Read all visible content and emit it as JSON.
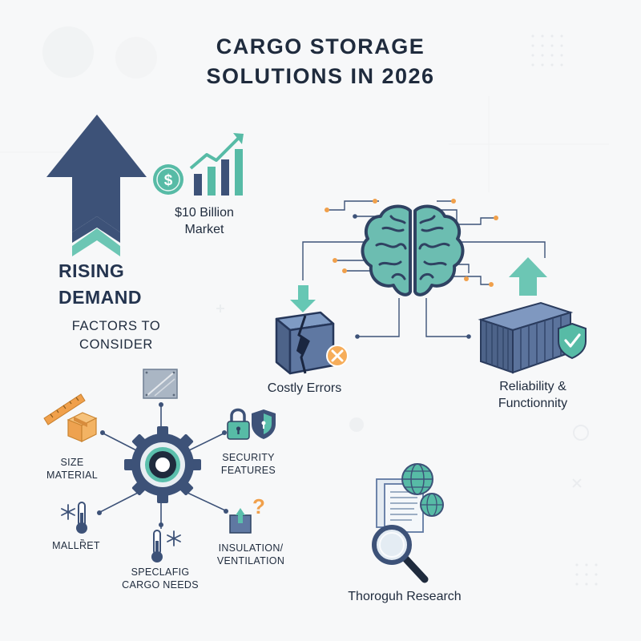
{
  "title": {
    "line1": "CARGO STORAGE",
    "line2": "SOLUTIONS IN 2026"
  },
  "market": {
    "line1": "$10 Billion",
    "line2": "Market"
  },
  "rising": {
    "line1": "RISING",
    "line2": "DEMAND"
  },
  "factors_heading": {
    "line1": "FACTORS TO",
    "line2": "CONSIDER"
  },
  "costly_errors": "Costly Errors",
  "reliability": {
    "line1": "Reliability &",
    "line2": "Functionnity"
  },
  "factors": {
    "size_material": {
      "line1": "SIZE",
      "line2": "MATERIAL"
    },
    "security": {
      "line1": "SECURITY",
      "line2": "FEATURES"
    },
    "mallet": "MALLȐET",
    "insulation": {
      "line1": "INSULATION/",
      "line2": "VENTILATION"
    },
    "special": {
      "line1": "SPECLAFIG",
      "line2": "CARGO NEEDS"
    }
  },
  "research": "Thoroguh Research",
  "colors": {
    "navy": "#3d5278",
    "teal": "#5bbfac",
    "orange": "#f0a04b",
    "dark_text": "#1f2b3d",
    "container": "#4d6389"
  },
  "icons": [
    "up-arrow-icon",
    "dollar-coin-icon",
    "growth-chart-icon",
    "brain-icon",
    "down-arrow-icon",
    "broken-box-icon",
    "error-x-icon",
    "shipping-container-icon",
    "shield-check-icon",
    "gear-icon",
    "ruler-icon",
    "box-icon",
    "metal-sheet-icon",
    "padlock-icon",
    "shield-icon",
    "thermometer-icon",
    "snowflake-icon",
    "question-box-icon",
    "documents-icon",
    "globe-icon",
    "magnifier-icon"
  ]
}
